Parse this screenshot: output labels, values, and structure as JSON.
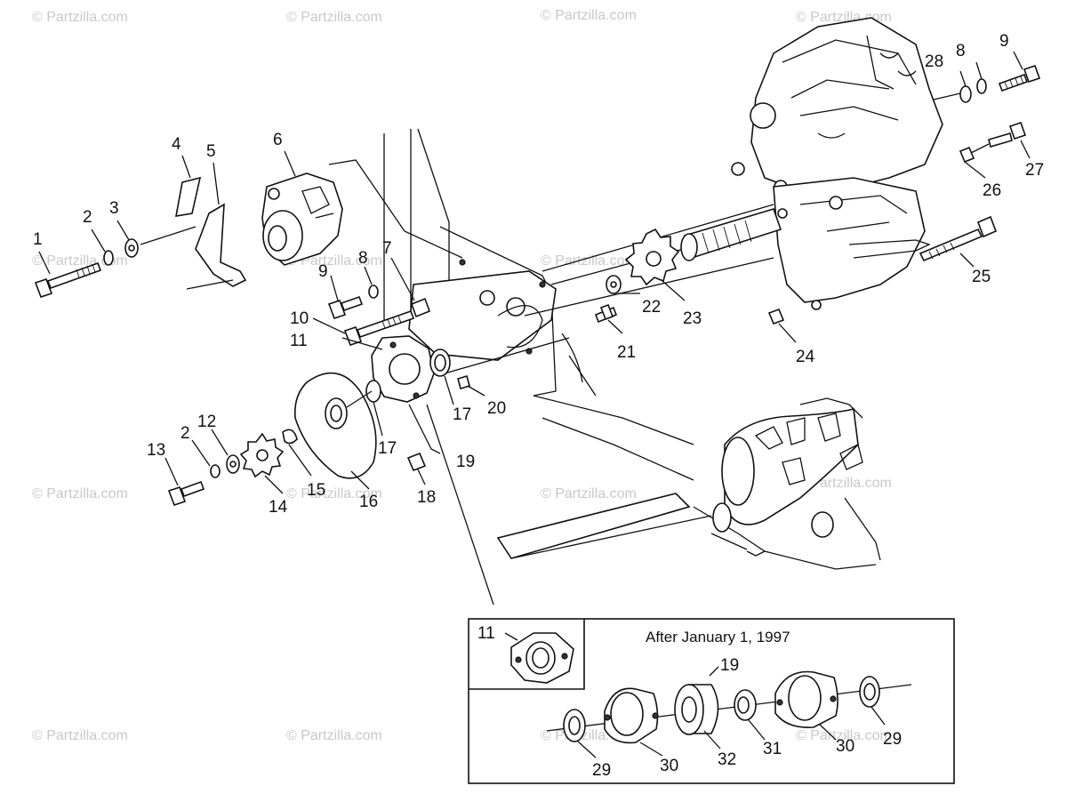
{
  "watermark": "© Partzilla.com",
  "inset_caption": "After January 1, 1997",
  "callouts": [
    {
      "n": "1"
    },
    {
      "n": "2"
    },
    {
      "n": "3"
    },
    {
      "n": "4"
    },
    {
      "n": "5"
    },
    {
      "n": "6"
    },
    {
      "n": "7"
    },
    {
      "n": "8"
    },
    {
      "n": "9"
    },
    {
      "n": "10"
    },
    {
      "n": "11"
    },
    {
      "n": "12"
    },
    {
      "n": "13"
    },
    {
      "n": "2"
    },
    {
      "n": "14"
    },
    {
      "n": "15"
    },
    {
      "n": "16"
    },
    {
      "n": "17"
    },
    {
      "n": "17"
    },
    {
      "n": "18"
    },
    {
      "n": "19"
    },
    {
      "n": "20"
    },
    {
      "n": "21"
    },
    {
      "n": "22"
    },
    {
      "n": "23"
    },
    {
      "n": "24"
    },
    {
      "n": "25"
    },
    {
      "n": "26"
    },
    {
      "n": "27"
    },
    {
      "n": "28"
    },
    {
      "n": "8"
    },
    {
      "n": "9"
    },
    {
      "n": "11"
    },
    {
      "n": "19"
    },
    {
      "n": "29"
    },
    {
      "n": "30"
    },
    {
      "n": "32"
    },
    {
      "n": "31"
    },
    {
      "n": "30"
    },
    {
      "n": "29"
    }
  ]
}
